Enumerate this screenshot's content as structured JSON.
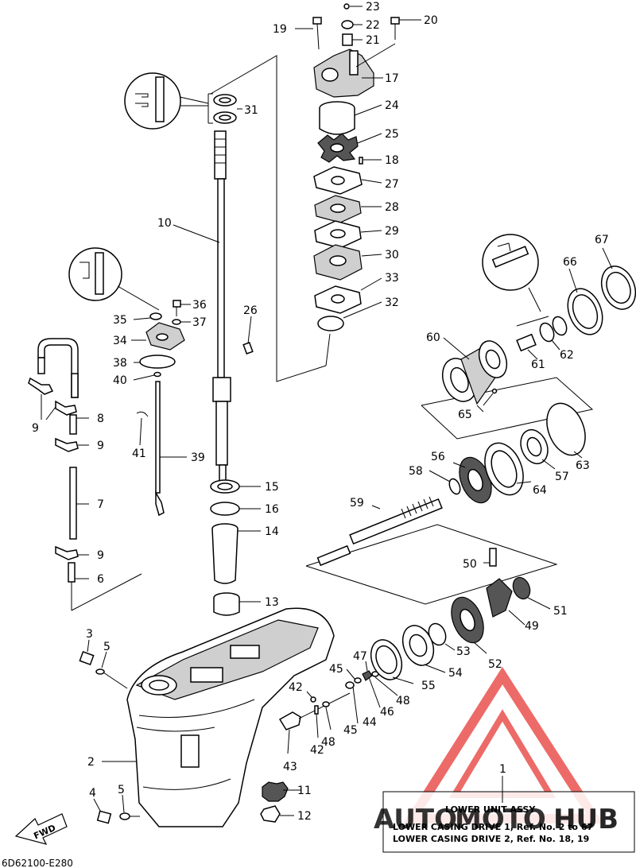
{
  "diagram": {
    "code": "6D62100-E280",
    "legend": {
      "ref": "1",
      "title": "LOWER  UNIT ASSY",
      "line1": "LOWER CASING DRIVE 1, Ref. No. 2 to 67",
      "line2": "LOWER CASING DRIVE 2, Ref. No. 18, 19"
    },
    "fwd_label": "FWD",
    "watermark": {
      "auto": "AUTO",
      "moto": "MOTO",
      "hub": "HUB"
    },
    "colors": {
      "watermark_red": "#e53935",
      "watermark_orange": "#f5a06a",
      "watermark_gray": "#6d6d6d"
    },
    "parts": [
      "2",
      "3",
      "4",
      "5",
      "5",
      "6",
      "7",
      "8",
      "9",
      "9",
      "9",
      "9",
      "10",
      "11",
      "12",
      "13",
      "14",
      "15",
      "16",
      "17",
      "18",
      "19",
      "20",
      "21",
      "22",
      "23",
      "24",
      "25",
      "26",
      "27",
      "28",
      "29",
      "30",
      "31",
      "32",
      "33",
      "34",
      "35",
      "36",
      "37",
      "38",
      "39",
      "40",
      "41",
      "42",
      "42",
      "43",
      "44",
      "45",
      "45",
      "46",
      "47",
      "48",
      "48",
      "49",
      "50",
      "51",
      "52",
      "53",
      "54",
      "55",
      "56",
      "57",
      "58",
      "59",
      "60",
      "61",
      "62",
      "63",
      "64",
      "65",
      "66",
      "67"
    ]
  }
}
